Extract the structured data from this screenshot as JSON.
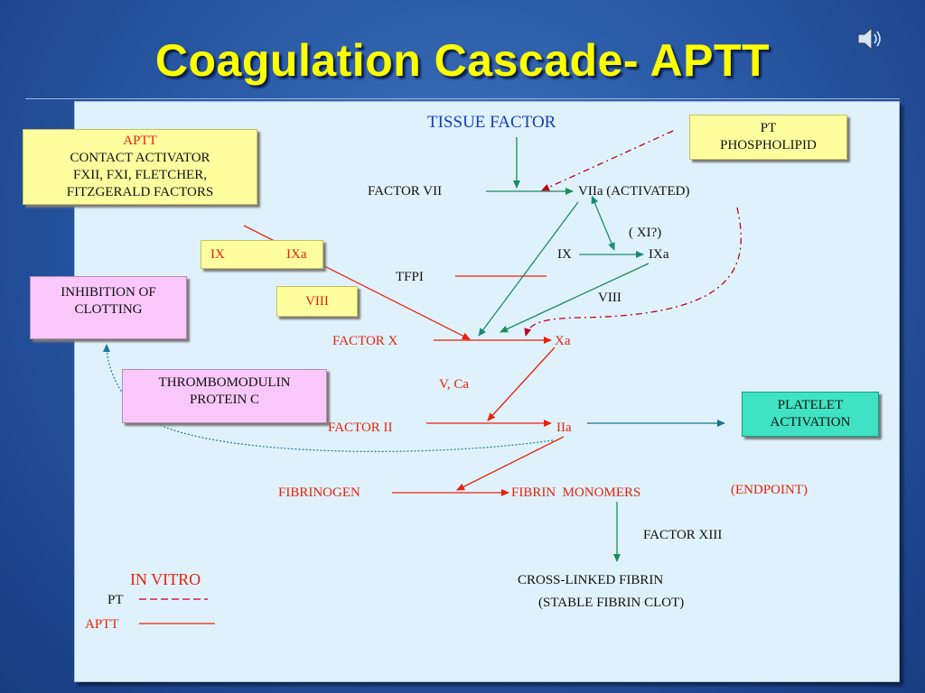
{
  "title": "Coagulation Cascade- APTT",
  "icons": {
    "speaker": "speaker-icon"
  },
  "boxes": {
    "aptt": [
      "APTT",
      "CONTACT ACTIVATOR",
      "FXII, FXI, FLETCHER,",
      "FITZGERALD FACTORS"
    ],
    "pt_phospholipid": [
      "PT",
      "PHOSPHOLIPID"
    ],
    "inhibition": [
      "INHIBITION OF",
      "CLOTTING"
    ],
    "thrombomodulin": [
      "THROMBOMODULIN",
      "PROTEIN C"
    ],
    "platelet": [
      "PLATELET",
      "ACTIVATION"
    ],
    "ix": "IX",
    "ixa": "IXa",
    "viii": "VIII"
  },
  "labels": {
    "tissue_factor": "TISSUE FACTOR",
    "factor_vii": "FACTOR VII",
    "viia": "VIIa (ACTIVATED)",
    "xi_q": "( XI?)",
    "ix_r": "IX",
    "ixa_r": "IXa",
    "tfpi": "TFPI",
    "viii_r": "VIII",
    "factor_x": "FACTOR X",
    "xa": "Xa",
    "v_ca": "V, Ca",
    "factor_ii": "FACTOR II",
    "iia": "IIa",
    "fibrinogen": "FIBRINOGEN",
    "fibrin_monomers": "FIBRIN  MONOMERS",
    "endpoint": "(ENDPOINT)",
    "factor_xiii": "FACTOR XIII",
    "cross_linked_1": "CROSS-LINKED FIBRIN",
    "cross_linked_2": "(STABLE FIBRIN CLOT)"
  },
  "legend": {
    "heading": "IN VITRO",
    "pt": "PT",
    "aptt": "APTT"
  },
  "colors": {
    "title": "#ffff00",
    "pathway_green": "#1f8a5a",
    "extrinsic_teal": "#1a8a78",
    "intrinsic_red": "#e8220a",
    "pt_dashed": "#c0001a",
    "ix_link": "#d040d0",
    "inhibition_dotted": "#1a7a9a",
    "platelet_arrow": "#1a6e90"
  }
}
